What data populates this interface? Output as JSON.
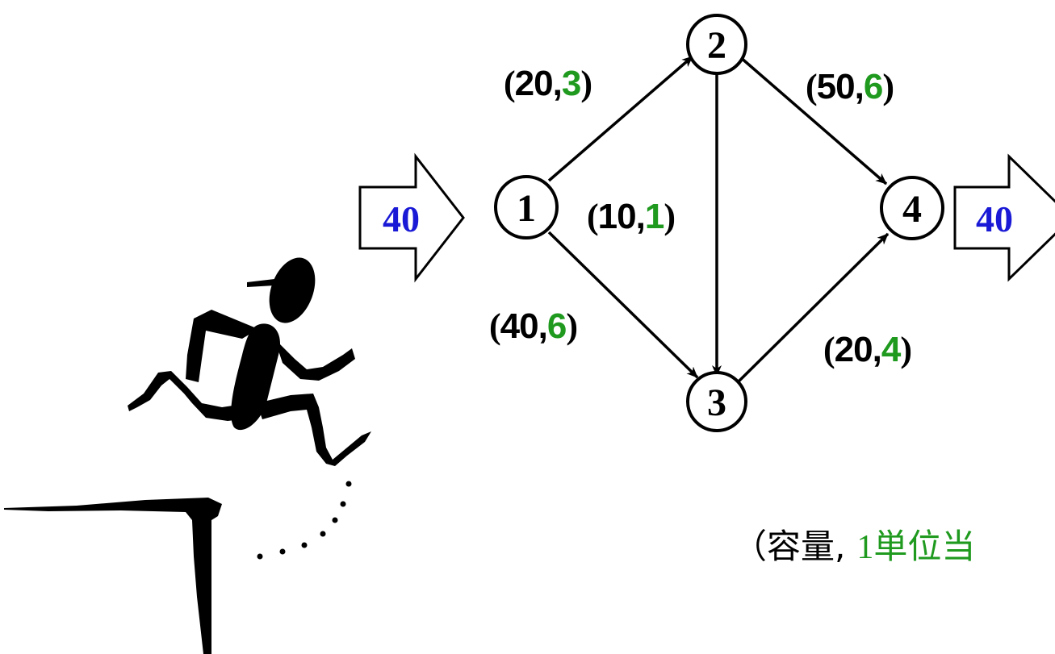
{
  "colors": {
    "flow": "#1a1ad6",
    "cost": "#1f9a1f",
    "ink": "#000000"
  },
  "nodes": [
    {
      "id": "1",
      "label": "1"
    },
    {
      "id": "2",
      "label": "2"
    },
    {
      "id": "3",
      "label": "3"
    },
    {
      "id": "4",
      "label": "4"
    }
  ],
  "edges": [
    {
      "from": "1",
      "to": "2",
      "capacity": "20",
      "cost": "3"
    },
    {
      "from": "2",
      "to": "3",
      "capacity": "10",
      "cost": "1"
    },
    {
      "from": "1",
      "to": "3",
      "capacity": "40",
      "cost": "6"
    },
    {
      "from": "2",
      "to": "4",
      "capacity": "50",
      "cost": "6"
    },
    {
      "from": "3",
      "to": "4",
      "capacity": "20",
      "cost": "4"
    }
  ],
  "supply": {
    "value": "40"
  },
  "demand": {
    "value": "40"
  },
  "legend": {
    "open_paren": "（",
    "capacity_label": "容量",
    "separator": ",",
    "cost_prefix": "1",
    "cost_label": "単位当"
  },
  "illustration": {
    "icon": "running-man-jumping-off-cliff-icon"
  }
}
